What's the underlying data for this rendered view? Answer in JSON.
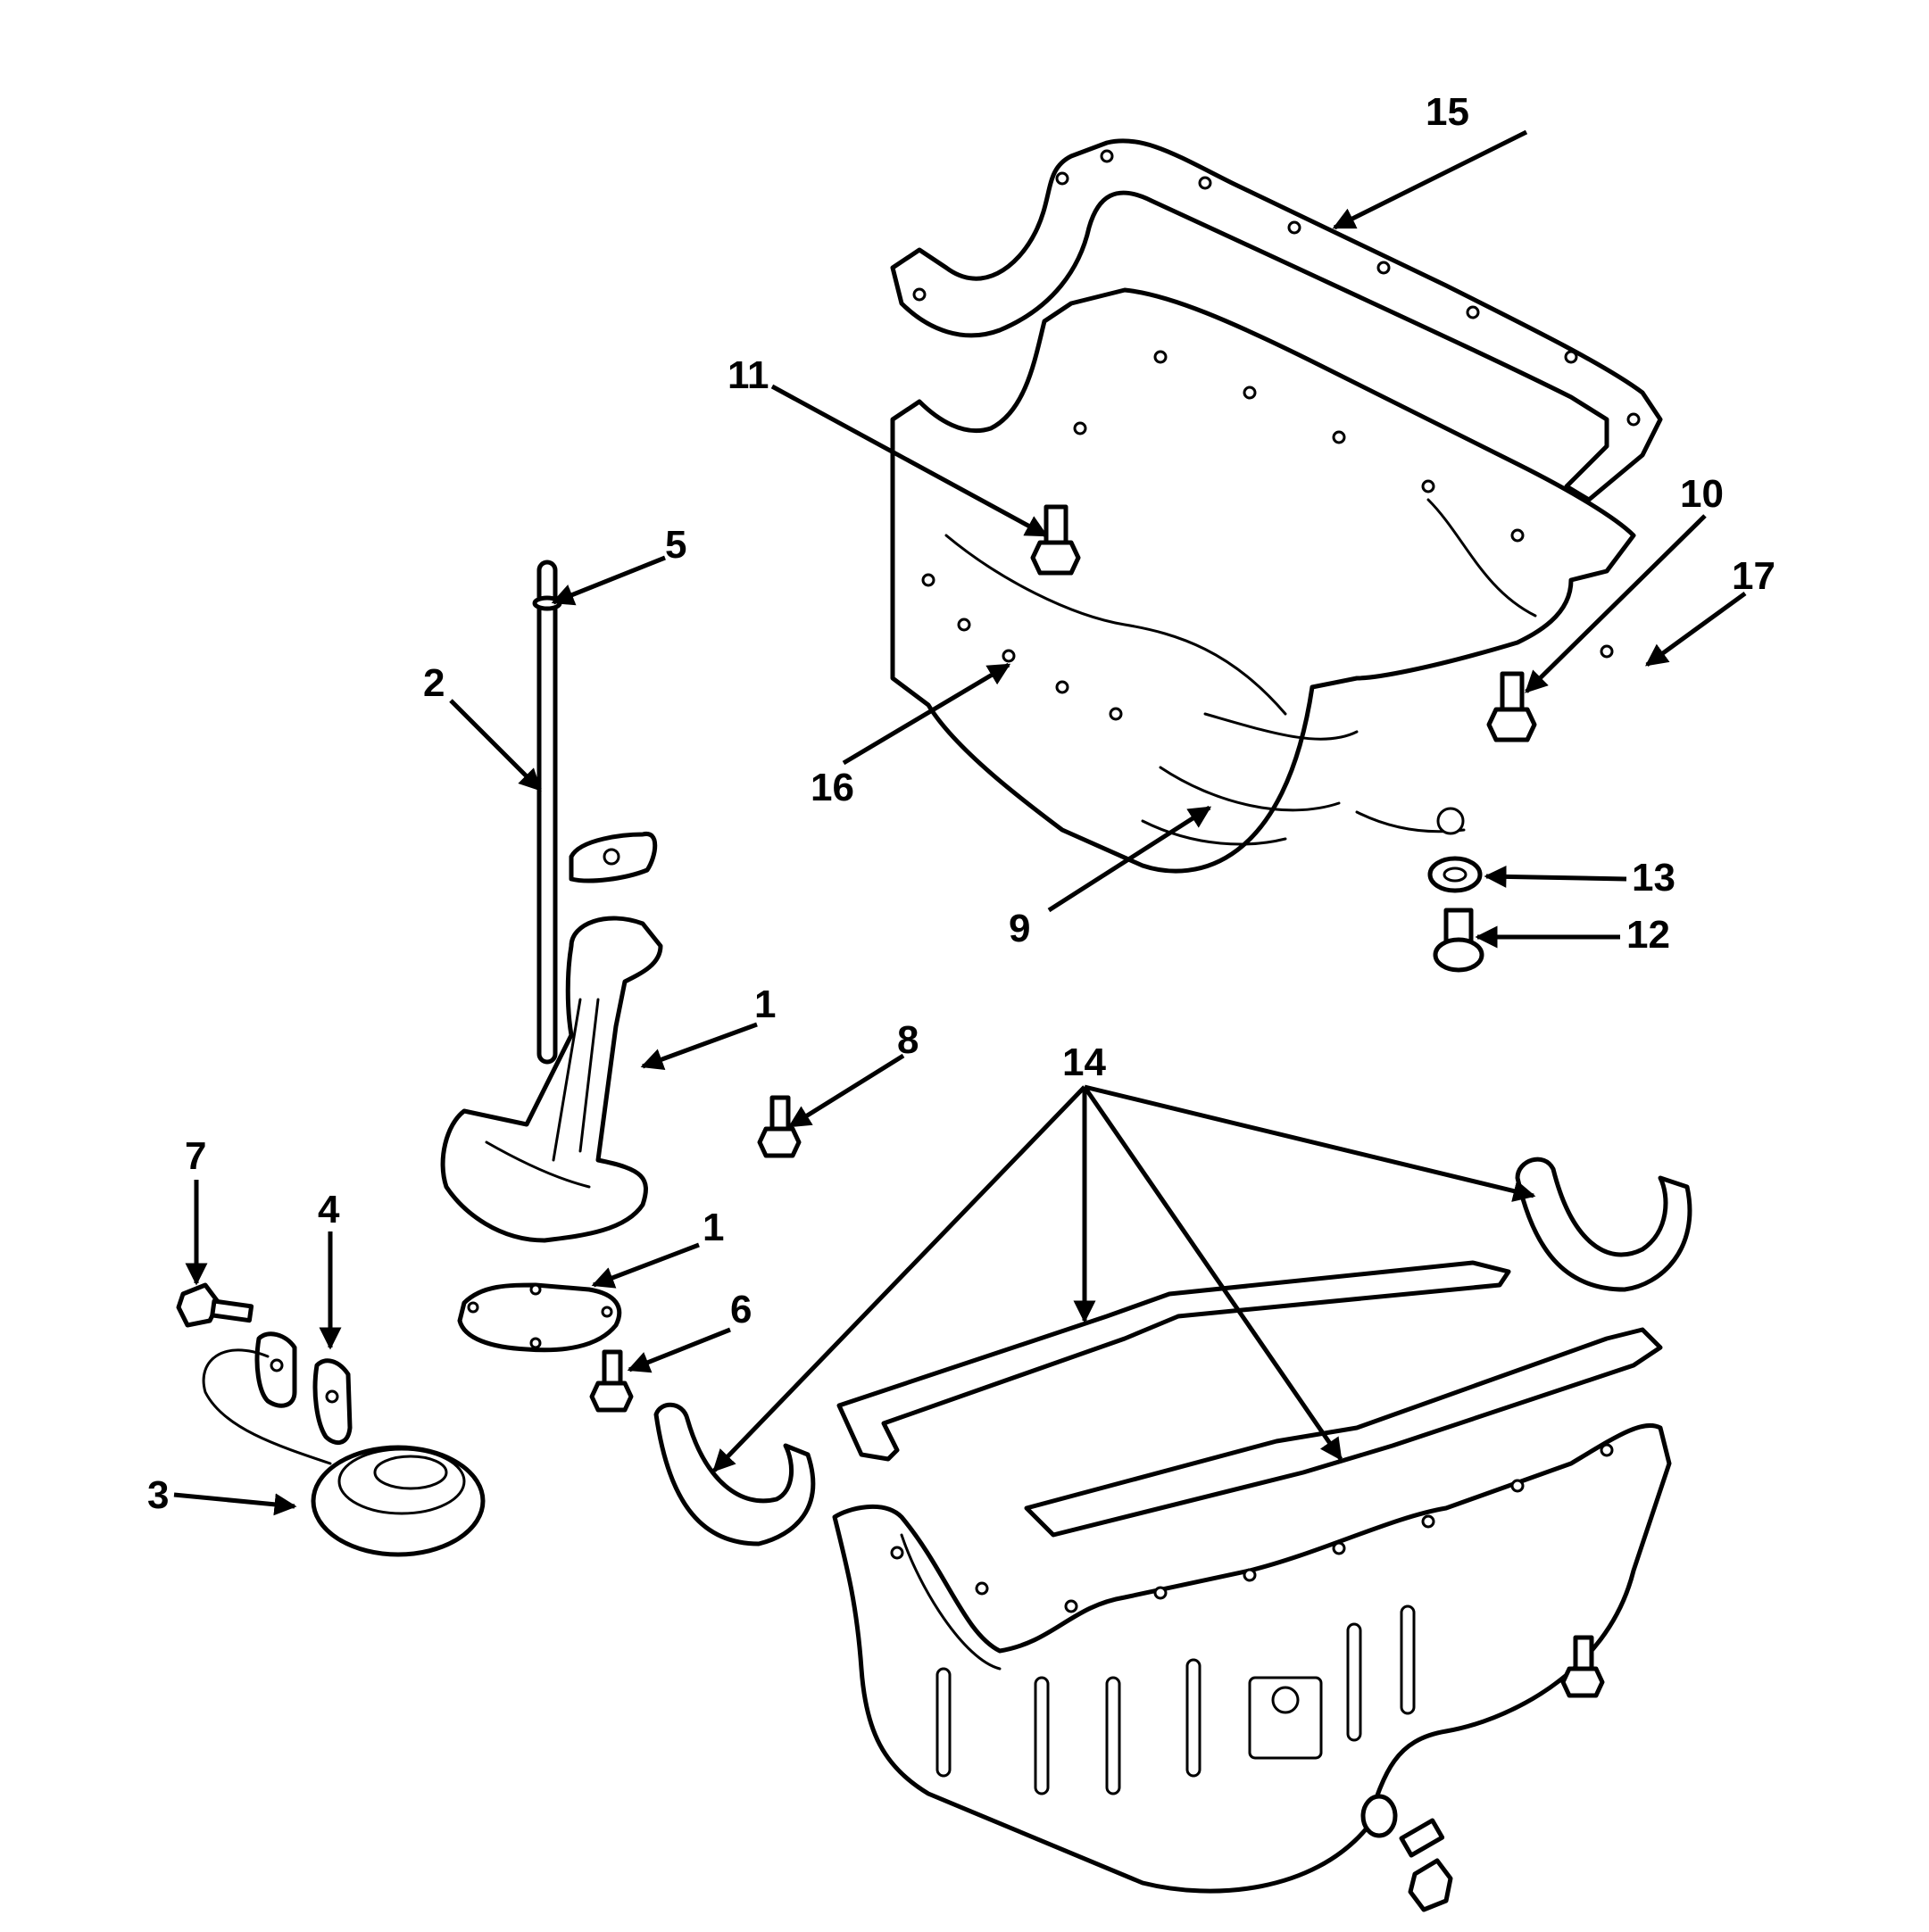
{
  "callouts": {
    "c1a": "1",
    "c1b": "1",
    "c2": "2",
    "c3": "3",
    "c4": "4",
    "c5": "5",
    "c6": "6",
    "c7": "7",
    "c8": "8",
    "c9": "9",
    "c10": "10",
    "c11": "11",
    "c12": "12",
    "c13": "13",
    "c14": "14",
    "c15": "15",
    "c16": "16",
    "c17": "17"
  }
}
